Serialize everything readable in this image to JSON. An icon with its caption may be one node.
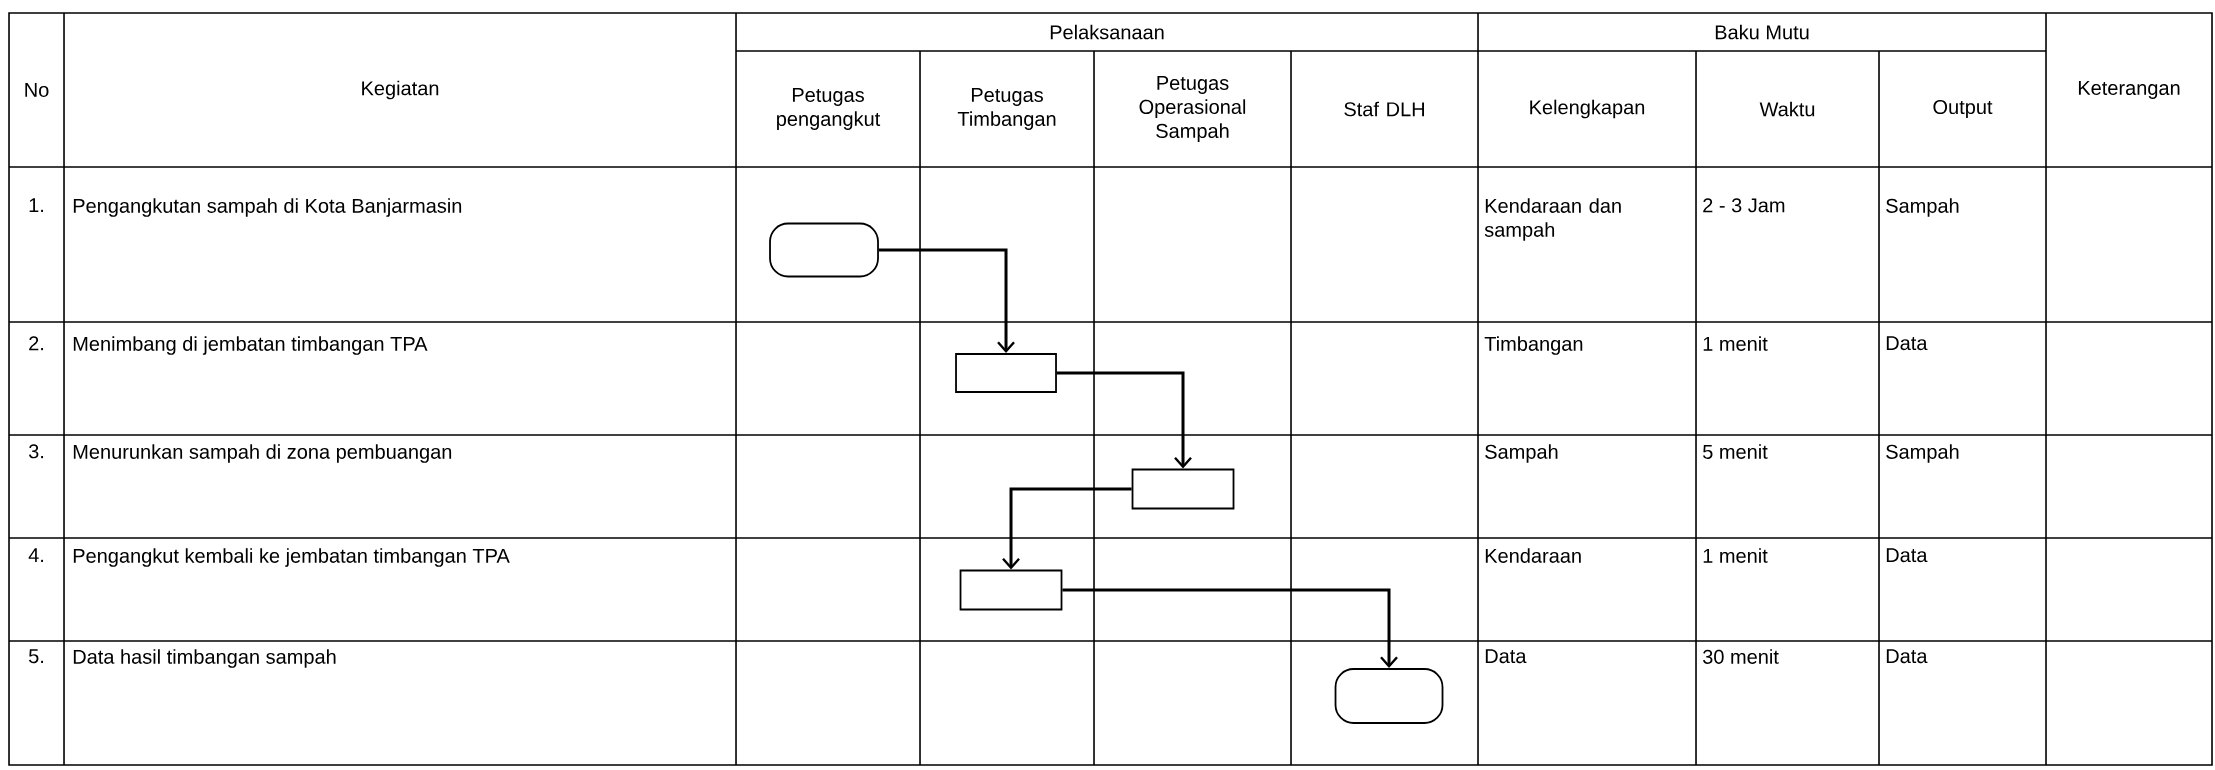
{
  "diagram": {
    "nodes": [
      {
        "text": [],
        "shape": "oval"
      },
      {
        "text": [],
        "shape": "box"
      },
      {
        "text": [],
        "shape": "box"
      },
      {
        "text": [],
        "shape": "box"
      },
      {
        "text": [],
        "shape": "oval"
      }
    ],
    "edges": [
      {
        "from": 0,
        "to": 1,
        "arrow": "to"
      },
      {
        "from": 1,
        "to": 2,
        "arrow": "to"
      },
      {
        "from": 2,
        "to": 3,
        "arrow": "to"
      },
      {
        "from": 3,
        "to": 4,
        "arrow": "to"
      }
    ],
    "labels": [
      "No",
      "Kegiatan",
      "Pelaksanaan",
      "Baku Mutu",
      "Keterangan",
      "Petugas pengangkut",
      "Petugas Timbangan",
      "Petugas Operasional Sampah",
      "Staf DLH",
      "Kelengkapan",
      "Waktu",
      "Output",
      "1.",
      "Pengangkutan sampah di Kota Banjarmasin",
      "Kendaraan dan sampah",
      "2 - 3 Jam",
      "Sampah",
      "2.",
      "Menimbang di jembatan timbangan TPA",
      "Timbangan",
      "1 menit",
      "Data",
      "3.",
      "Menurunkan sampah di zona pembuangan",
      "Sampah",
      "5 menit",
      "Sampah",
      "4.",
      "Pengangkut kembali ke jembatan timbangan TPA",
      "Kendaraan",
      "1 menit",
      "Data",
      "5.",
      "Data hasil timbangan sampah",
      "Data",
      "30 menit",
      "Data"
    ]
  }
}
